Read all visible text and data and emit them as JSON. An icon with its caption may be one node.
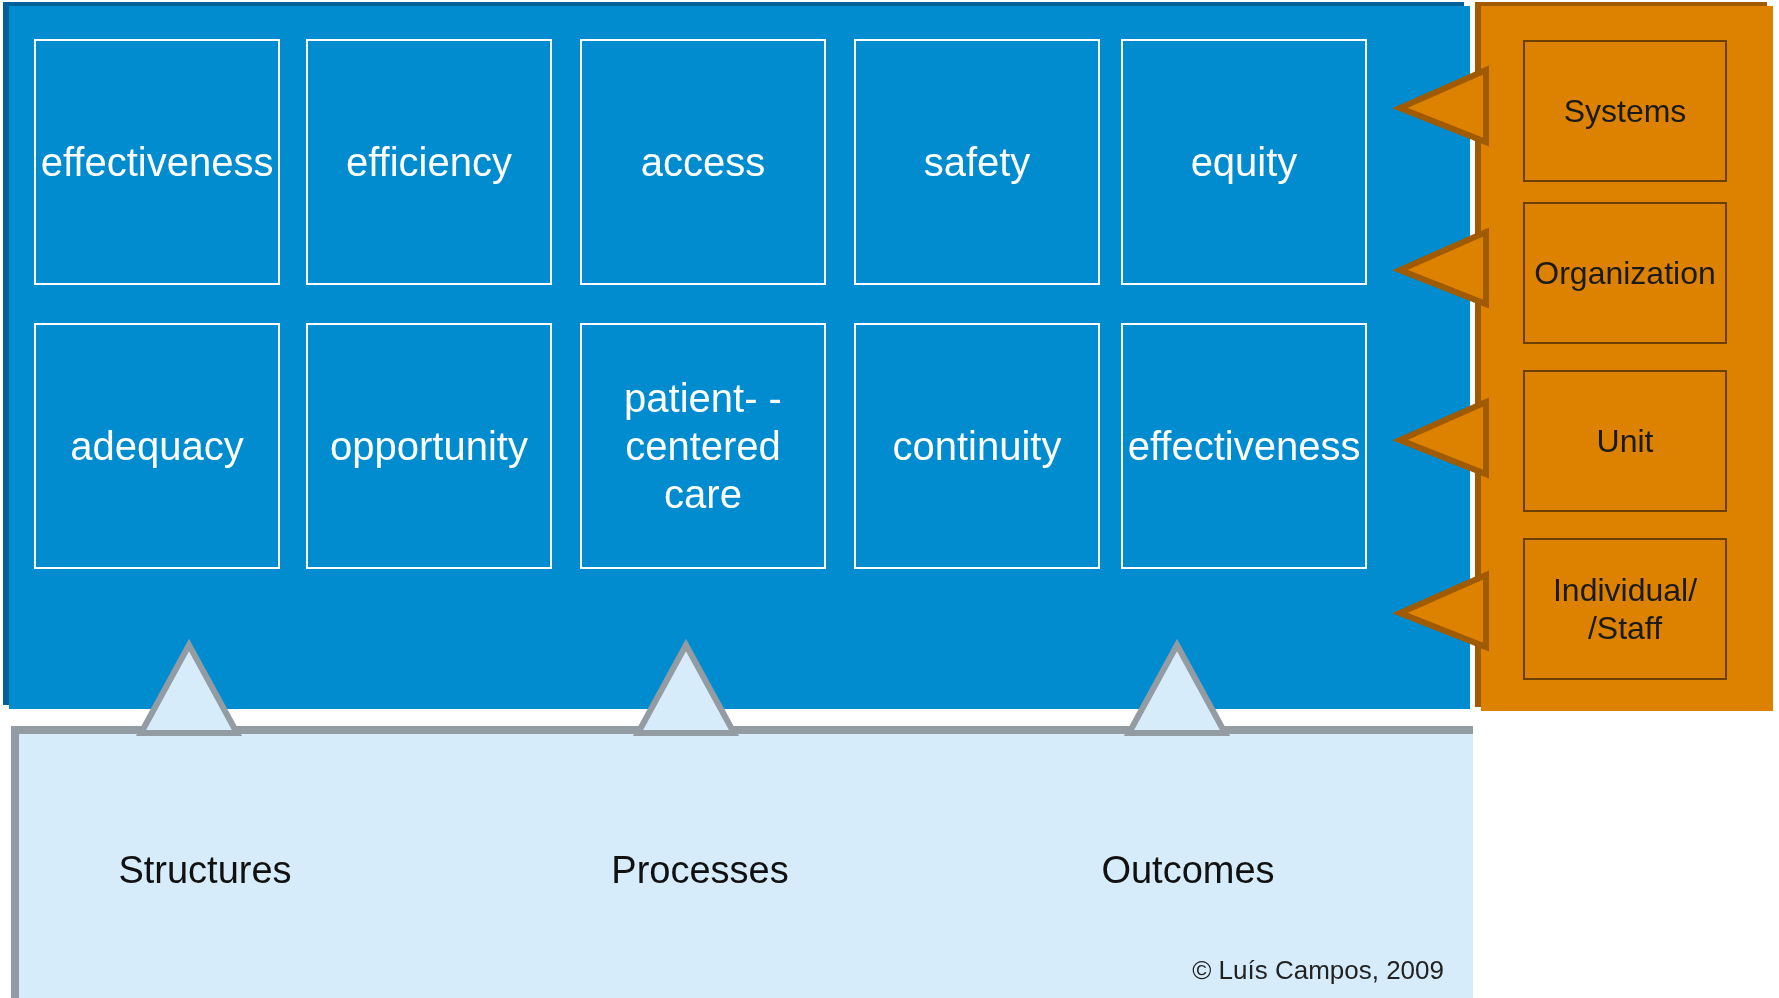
{
  "diagram": {
    "nodes": [
      {
        "text": [],
        "shape": "box"
      },
      {
        "text": [
          "effectiveness"
        ],
        "in": 0
      },
      {
        "text": [
          "efficiency"
        ],
        "in": 0
      },
      {
        "text": [
          "access"
        ],
        "in": 0
      },
      {
        "text": [
          "safety"
        ],
        "in": 0
      },
      {
        "text": [
          "equity"
        ],
        "in": 0
      },
      {
        "text": [
          "adequacy"
        ],
        "in": 0
      },
      {
        "text": [
          "opportunity"
        ],
        "in": 0
      },
      {
        "text": [
          "patient- -centered care"
        ],
        "in": 0
      },
      {
        "text": [
          "continuity"
        ],
        "in": 0
      },
      {
        "text": [
          "effectiveness"
        ],
        "in": 0
      },
      {
        "text": [],
        "shape": "box"
      },
      {
        "text": [
          "Systems"
        ],
        "in": 11
      },
      {
        "text": [
          "Organization"
        ],
        "in": 11
      },
      {
        "text": [
          "Unit"
        ],
        "in": 11
      },
      {
        "text": [
          "Individual/ /Staff"
        ],
        "in": 11
      },
      {
        "text": [
          "Structures",
          "Processes",
          "Outcomes"
        ]
      }
    ],
    "labels": [
      "© Luís Campos, 2009"
    ]
  }
}
